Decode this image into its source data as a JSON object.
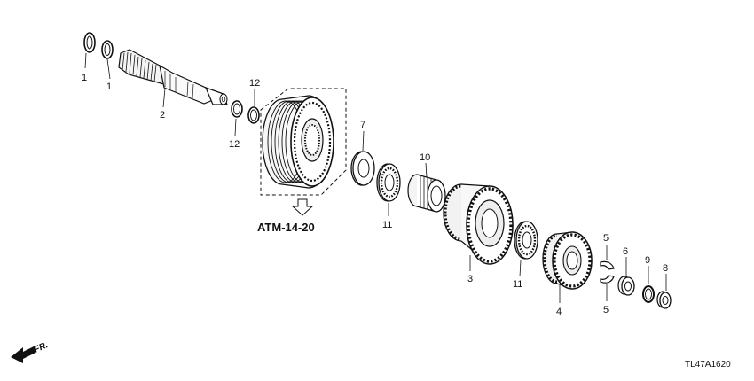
{
  "diagram": {
    "reference_label": "ATM-14-20",
    "front_indicator": "FR.",
    "diagram_code": "TL47A1620",
    "callouts": [
      "1",
      "1",
      "2",
      "12",
      "12",
      "7",
      "10",
      "11",
      "11",
      "3",
      "5",
      "5",
      "6",
      "9",
      "8",
      "4"
    ]
  }
}
